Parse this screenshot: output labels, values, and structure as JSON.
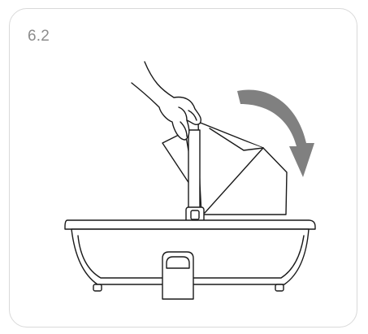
{
  "step": {
    "label": "6.2"
  },
  "illustration": {
    "subject": "bassinet-canopy-fold",
    "arrow_direction": "clockwise-down",
    "arrow_color": "#808080",
    "line_color": "#1a1a1a"
  }
}
